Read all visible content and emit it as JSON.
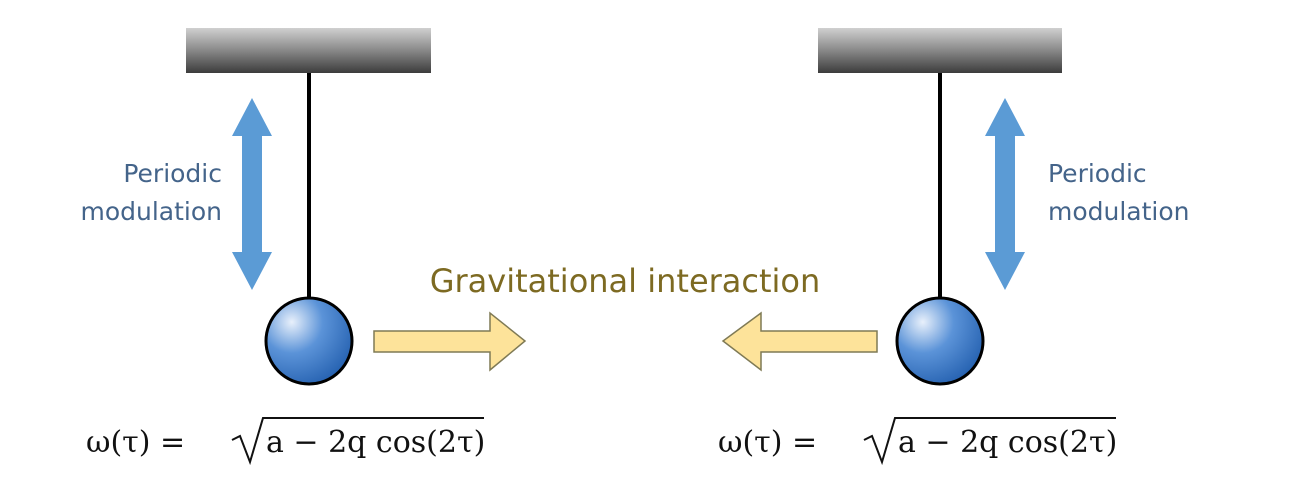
{
  "left_pendulum": {
    "label_line1": "Periodic",
    "label_line2": "modulation",
    "equation": {
      "lhs": "ω(τ) = ",
      "radicand": "a − 2q cos(2τ)"
    }
  },
  "right_pendulum": {
    "label_line1": "Periodic",
    "label_line2": "modulation",
    "equation": {
      "lhs": "ω(τ) = ",
      "radicand": "a − 2q cos(2τ)"
    }
  },
  "interaction_label": "Gravitational interaction",
  "colors": {
    "modulation_arrow": "#5b9bd5",
    "interaction_arrow": "#fde39a",
    "interaction_arrow_border": "#7f7a55",
    "label_text": "#44648a",
    "interaction_text": "#7d6a22",
    "ball": "#2f6fc0"
  }
}
